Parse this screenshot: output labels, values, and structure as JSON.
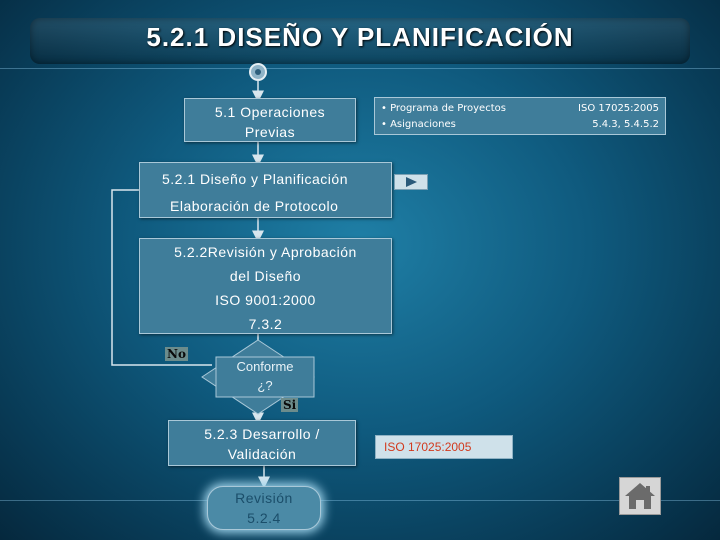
{
  "title": "5.2.1 DISEÑO Y PLANIFICACIÓN",
  "nodes": {
    "operaciones_previas": [
      "5.1 Operaciones",
      "Previas"
    ],
    "programa_line1_left": "• Programa de Proyectos",
    "programa_line1_right": "ISO 17025:2005",
    "programa_line2_left": "• Asignaciones",
    "programa_line2_right": "5.4.3, 5.4.5.2",
    "diseno_planificacion": "5.2.1 Diseño y Planificación",
    "elaboracion_protocolo": "Elaboración de Protocolo",
    "revision_aprobacion": [
      "5.2.2Revisión y Aprobación",
      "del Diseño",
      "ISO 9001:2000",
      "7.3.2"
    ],
    "decision": [
      "Conforme",
      "¿?"
    ],
    "no_label": "No",
    "si_label": "Si",
    "desarrollo": [
      "5.2.3  Desarrollo /",
      "Validación"
    ],
    "iso_note": "ISO 17025:2005",
    "revision_final": [
      "Revisión",
      "5.2.4"
    ]
  },
  "colors": {
    "box_fill": "#3f7d9a",
    "box_border": "#a9c8d8",
    "connector": "#d8e6ee",
    "iso_text": "#d23a1e"
  },
  "icons": {
    "next": "next-arrow-icon",
    "home": "home-icon"
  }
}
